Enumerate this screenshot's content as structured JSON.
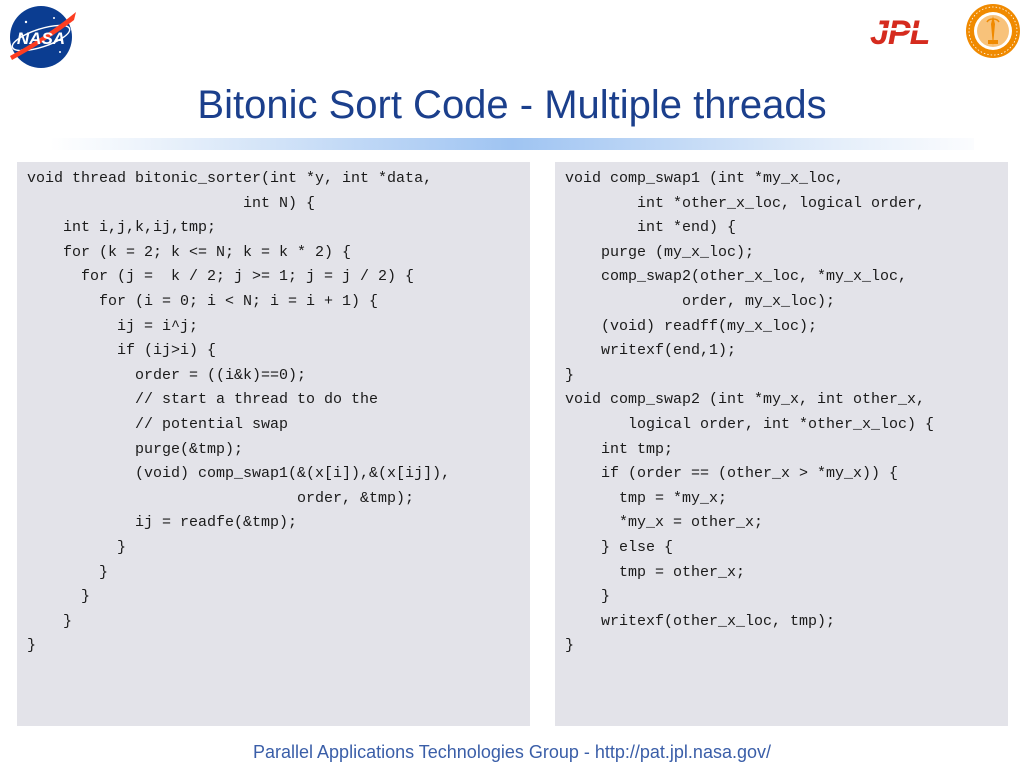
{
  "slide": {
    "title": "Bitonic Sort Code - Multiple threads",
    "footer": "Parallel Applications Technologies Group - http://pat.jpl.nasa.gov/"
  },
  "logos": {
    "nasa": {
      "icon": "nasa-meatball-logo",
      "text": "NASA"
    },
    "jpl": {
      "icon": "jpl-logo",
      "text": "JPL"
    },
    "caltech": {
      "icon": "caltech-seal-logo"
    }
  },
  "colors": {
    "title": "#1b3f8c",
    "footer": "#3a5ea8",
    "panel_bg": "#e3e3e9",
    "jpl_red": "#d52b1e",
    "nasa_blue": "#0b3d91",
    "caltech_orange": "#f08a00"
  },
  "code": {
    "left": [
      "void thread bitonic_sorter(int *y, int *data,",
      "                        int N) {",
      "",
      "    int i,j,k,ij,tmp;",
      "",
      "    for (k = 2; k <= N; k = k * 2) {",
      "      for (j =  k / 2; j >= 1; j = j / 2) {",
      "        for (i = 0; i < N; i = i + 1) {",
      "          ij = i^j;",
      "          if (ij>i) {",
      "            order = ((i&k)==0);",
      "            // start a thread to do the",
      "            // potential swap",
      "            purge(&tmp);",
      "            (void) comp_swap1(&(x[i]),&(x[ij]),",
      "                              order, &tmp);",
      "            ij = readfe(&tmp);",
      "          }",
      "        }",
      "      }",
      "    }",
      "}"
    ],
    "right": [
      "void comp_swap1 (int *my_x_loc,",
      "        int *other_x_loc, logical order,",
      "        int *end) {",
      "",
      "    purge (my_x_loc);",
      "    comp_swap2(other_x_loc, *my_x_loc,",
      "             order, my_x_loc);",
      "    (void) readff(my_x_loc);",
      "    writexf(end,1);",
      "}",
      "",
      "void comp_swap2 (int *my_x, int other_x,",
      "       logical order, int *other_x_loc) {",
      "    int tmp;",
      "",
      "    if (order == (other_x > *my_x)) {",
      "      tmp = *my_x;",
      "      *my_x = other_x;",
      "    } else {",
      "      tmp = other_x;",
      "    }",
      "    writexf(other_x_loc, tmp);",
      "}"
    ]
  }
}
